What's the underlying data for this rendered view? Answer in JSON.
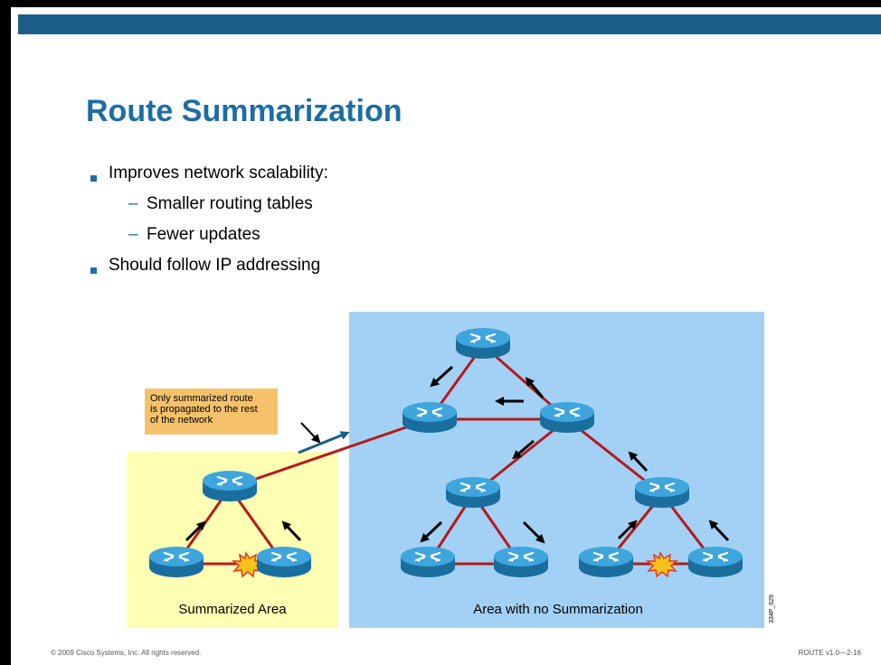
{
  "slide": {
    "title": "Route Summarization",
    "bullets": [
      {
        "text": "Improves network scalability:",
        "sub": [
          "Smaller routing tables",
          "Fewer updates"
        ]
      },
      {
        "text": "Should follow IP addressing",
        "sub": []
      }
    ],
    "footer_left": "© 2009 Cisco Systems, Inc. All rights reserved.",
    "footer_right": "ROUTE v1.0—2-16"
  },
  "diagram": {
    "callout": [
      "Only summarized route",
      "is propagated to the rest",
      "of the network"
    ],
    "summarized_area_label": "Summarized Area",
    "no_summarization_label": "Area with no Summarization",
    "figure_id": "334P_629",
    "colors": {
      "summarized_area": "#ffffb3",
      "no_summarization_area": "#a3d1f5",
      "link": "#b31b1b",
      "callout": "#f5c26b",
      "router": "#2a8dc2",
      "title": "#1d6da5"
    },
    "router_icon": "cisco-router-icon",
    "fault_icon": "starburst-icon"
  }
}
